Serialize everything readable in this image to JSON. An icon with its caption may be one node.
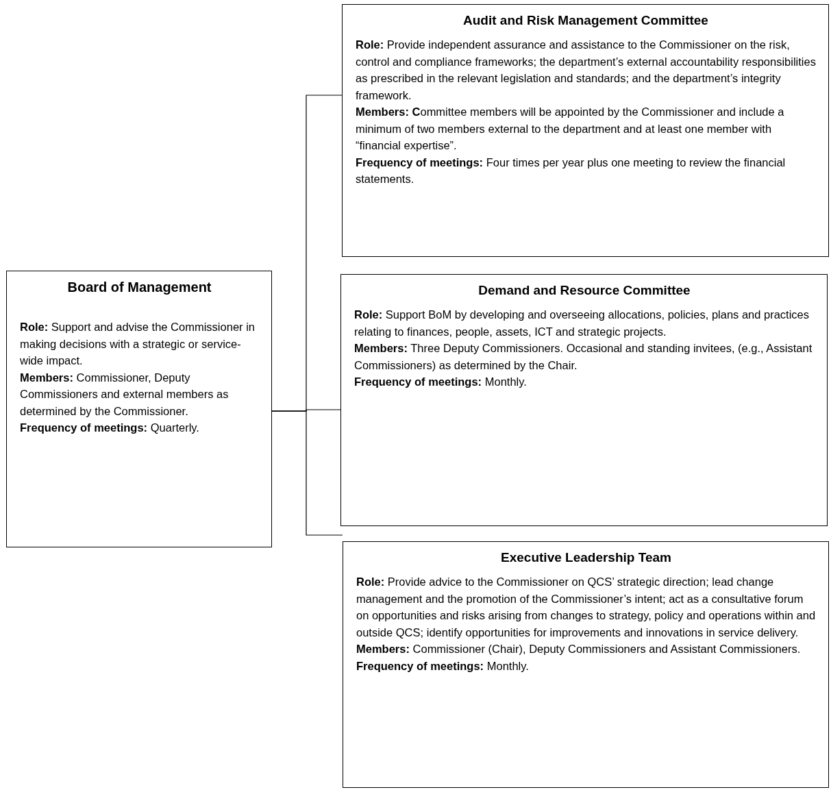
{
  "diagram": {
    "nodes": [
      {
        "text": [
          "Board of Management",
          "**Role:** Support and advise the Commissioner in making decisions with a strategic or service-wide impact.",
          "**Members:** Commissioner, Deputy Commissioners and external members as determined by the Commissioner.",
          "**Frequency of meetings:** Quarterly."
        ]
      },
      {
        "text": [
          "Audit and Risk Management Committee",
          "**Role:** Provide independent assurance and assistance to the Commissioner on the risk, control and compliance frameworks; the department’s external accountability responsibilities as prescribed in the relevant legislation and standards; and the department’s integrity framework.",
          "**Members: C**ommittee members will be appointed by the Commissioner and include a minimum of two members external to the department and at least one member with “financial expertise”.",
          "**Frequency of meetings:** Four times per year plus one meeting to review the financial statements."
        ]
      },
      {
        "text": [
          "Demand and Resource Committee",
          "**Role:** Support BoM by developing and overseeing allocations, policies, plans and practices relating to finances, people, assets, ICT and strategic projects.",
          "**Members:** Three Deputy Commissioners. Occasional and standing invitees, (e.g., Assistant Commissioners) as determined by the Chair.",
          "**Frequency of meetings:** Monthly."
        ]
      },
      {
        "text": [
          "Executive Leadership Team",
          "**Role:** Provide advice to the Commissioner on QCS’ strategic direction; lead change management and the promotion of the Commissioner’s intent; act as a consultative forum on opportunities and risks arising from changes to strategy, policy and operations within and outside QCS; identify opportunities for improvements and innovations in service delivery.",
          "**Members:** Commissioner (Chair), Deputy Commissioners and Assistant Commissioners.",
          "**Frequency of meetings:** Monthly."
        ]
      }
    ],
    "edges": [
      {
        "from": 0,
        "to": 1,
        "arrow": "none"
      },
      {
        "from": 0,
        "to": 2,
        "arrow": "none"
      },
      {
        "from": 0,
        "to": 3,
        "arrow": "none"
      }
    ]
  }
}
